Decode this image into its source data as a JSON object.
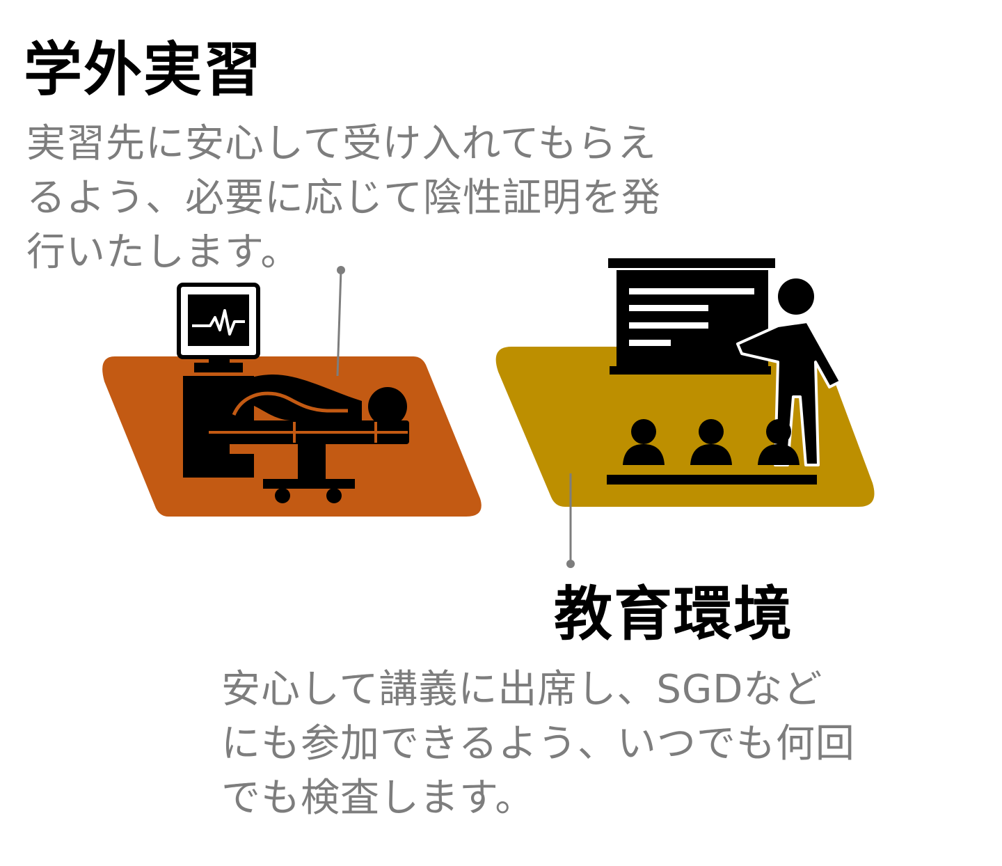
{
  "sections": [
    {
      "title": "学外実習",
      "description": [
        "実習先に安心して受け入れてもらえ",
        "るよう、必要に応じて陰性証明を発",
        "行いたします。"
      ],
      "icon": "hospital-bed-monitor-icon",
      "panel_color": "#c35a13"
    },
    {
      "title": "教育環境",
      "description": [
        "安心して講義に出席し、SGDなど",
        "にも参加できるよう、いつでも何回",
        "でも検査します。"
      ],
      "icon": "lecture-classroom-icon",
      "panel_color": "#bd8f00"
    }
  ]
}
